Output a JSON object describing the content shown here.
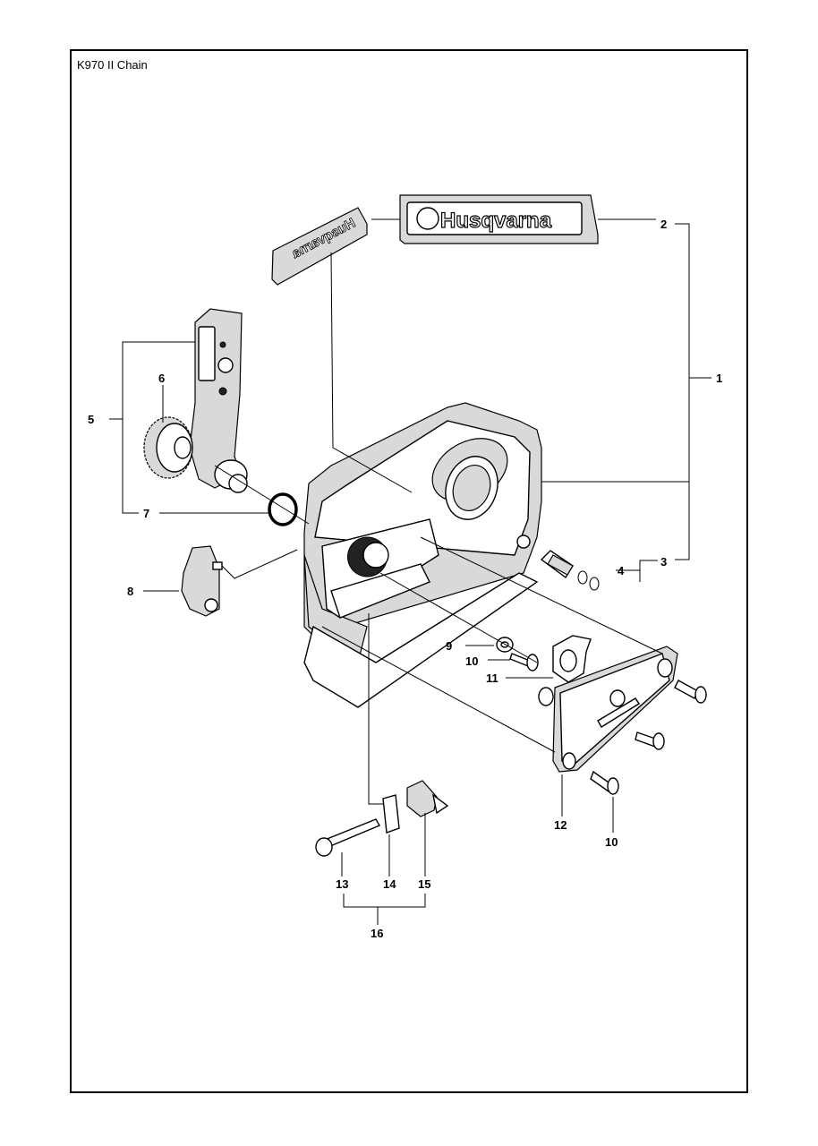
{
  "title": "K970 II Chain",
  "decal": {
    "brand_text": "Husqvarna",
    "mirrored_text": "Husqvarna"
  },
  "callouts": [
    {
      "id": "c1",
      "label": "1"
    },
    {
      "id": "c2",
      "label": "2"
    },
    {
      "id": "c3",
      "label": "3"
    },
    {
      "id": "c4",
      "label": "4"
    },
    {
      "id": "c5",
      "label": "5"
    },
    {
      "id": "c6",
      "label": "6"
    },
    {
      "id": "c7",
      "label": "7"
    },
    {
      "id": "c8",
      "label": "8"
    },
    {
      "id": "c9",
      "label": "9"
    },
    {
      "id": "c10a",
      "label": "10"
    },
    {
      "id": "c10b",
      "label": "10"
    },
    {
      "id": "c11",
      "label": "11"
    },
    {
      "id": "c12",
      "label": "12"
    },
    {
      "id": "c13",
      "label": "13"
    },
    {
      "id": "c14",
      "label": "14"
    },
    {
      "id": "c15",
      "label": "15"
    },
    {
      "id": "c16",
      "label": "16"
    }
  ]
}
